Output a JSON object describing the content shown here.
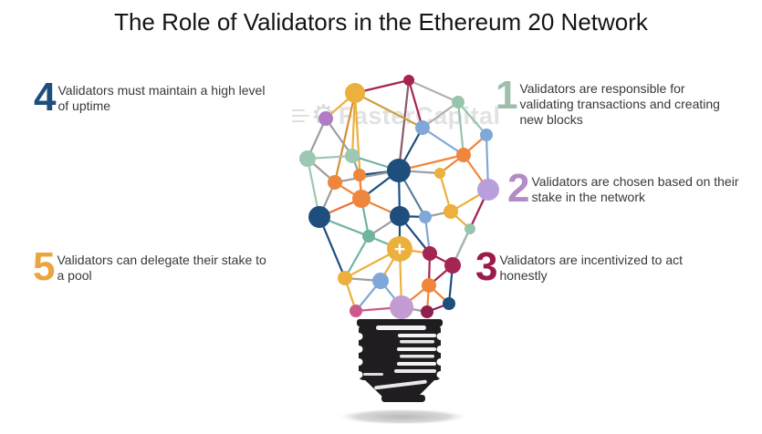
{
  "title": "The Role of Validators in the Ethereum 20 Network",
  "watermark": {
    "gear_icon": "⚙",
    "text": "FasterCapital",
    "color": "#e2e2e2"
  },
  "items": [
    {
      "number": "1",
      "color": "#9dbfac",
      "text": "Validators are responsible for\nvalidating transactions and creating\nnew blocks"
    },
    {
      "number": "2",
      "color": "#b38cc6",
      "text": "Validators are chosen based on their\nstake in the network"
    },
    {
      "number": "3",
      "color": "#9c1b4d",
      "text": "Validators are incentivized to act\nhonestly"
    },
    {
      "number": "4",
      "color": "#1f4e7d",
      "text": "Validators must maintain a high level\nof uptime"
    },
    {
      "number": "5",
      "color": "#eba53e",
      "text": "Validators can delegate their stake to\na pool"
    }
  ],
  "diagram": {
    "plus_symbol": "+",
    "plus_node": 20,
    "base_color": "#201d21",
    "shadow_color": "#b9b9b9",
    "palette": {
      "amber": "#ecb03d",
      "orange": "#f0863c",
      "maroon": "#a62454",
      "navy": "#1d4e7e",
      "teal": "#6fb3a1",
      "sage": "#9cc8b4",
      "lightblue": "#7fa8d9",
      "purple": "#b07cc6",
      "lavender": "#b9a0dc",
      "lightpurple": "#c49bd3",
      "pink": "#cb5a8a",
      "gray": "#9e9e9e"
    },
    "nodes": [
      [
        448,
        88,
        6,
        "#a62454"
      ],
      [
        389,
        102,
        11,
        "#ecb03d"
      ],
      [
        502,
        112,
        7,
        "#97c5ab"
      ],
      [
        357,
        130,
        8,
        "#b07cc6"
      ],
      [
        463,
        140,
        8,
        "#7fa8d9"
      ],
      [
        533,
        148,
        7,
        "#7fa8d9"
      ],
      [
        386,
        171,
        8,
        "#9cc8b4"
      ],
      [
        337,
        174,
        9,
        "#9cc8b4"
      ],
      [
        508,
        170,
        8,
        "#f0863c"
      ],
      [
        437,
        187,
        13,
        "#1d4e7e"
      ],
      [
        367,
        200,
        8,
        "#f0863c"
      ],
      [
        394,
        192,
        7,
        "#f0863c"
      ],
      [
        482,
        190,
        6,
        "#ecb03d"
      ],
      [
        535,
        208,
        12,
        "#b9a0dc"
      ],
      [
        396,
        218,
        10,
        "#f0863c"
      ],
      [
        350,
        238,
        12,
        "#1d4e7e"
      ],
      [
        438,
        237,
        11,
        "#1d4e7e"
      ],
      [
        466,
        238,
        7,
        "#7fa8d9"
      ],
      [
        494,
        232,
        8,
        "#ecb03d"
      ],
      [
        404,
        259,
        7,
        "#6fb3a1"
      ],
      [
        438,
        273,
        14,
        "#ecb03d"
      ],
      [
        471,
        278,
        8,
        "#a62454"
      ],
      [
        515,
        251,
        6,
        "#97c5ab"
      ],
      [
        496,
        291,
        9,
        "#a62454"
      ],
      [
        378,
        305,
        8,
        "#ecb03d"
      ],
      [
        417,
        308,
        9,
        "#7fa8d9"
      ],
      [
        470,
        313,
        8,
        "#f0863c"
      ],
      [
        390,
        341,
        7,
        "#cb5a8a"
      ],
      [
        440,
        337,
        13,
        "#c49bd3"
      ],
      [
        468,
        342,
        7,
        "#8e1f4e"
      ],
      [
        492,
        333,
        7,
        "#1d4e7e"
      ]
    ],
    "edges": [
      [
        0,
        1,
        "#a62454"
      ],
      [
        0,
        4,
        "#a62454"
      ],
      [
        0,
        9,
        "#8a5a66"
      ],
      [
        0,
        2,
        "#b0b0b0"
      ],
      [
        1,
        3,
        "#ecb03d"
      ],
      [
        1,
        6,
        "#ecb03d"
      ],
      [
        1,
        4,
        "#c8a23c"
      ],
      [
        1,
        14,
        "#ecb03d"
      ],
      [
        1,
        10,
        "#d98f35"
      ],
      [
        2,
        5,
        "#97c5ab"
      ],
      [
        2,
        8,
        "#97c5ab"
      ],
      [
        2,
        4,
        "#b0b0b0"
      ],
      [
        3,
        7,
        "#9e9e9e"
      ],
      [
        3,
        6,
        "#9e9e9e"
      ],
      [
        4,
        9,
        "#1d4e7e"
      ],
      [
        4,
        8,
        "#7fa8d9"
      ],
      [
        5,
        8,
        "#f0863c"
      ],
      [
        5,
        13,
        "#7fa8d9"
      ],
      [
        6,
        9,
        "#6fb3a1"
      ],
      [
        6,
        7,
        "#9cc8b4"
      ],
      [
        6,
        11,
        "#9e9e9e"
      ],
      [
        7,
        15,
        "#9cc8b4"
      ],
      [
        7,
        10,
        "#9e9e9e"
      ],
      [
        8,
        12,
        "#f0863c"
      ],
      [
        8,
        13,
        "#f0863c"
      ],
      [
        8,
        9,
        "#f0863c"
      ],
      [
        9,
        11,
        "#1d4e7e"
      ],
      [
        9,
        12,
        "#9e9e9e"
      ],
      [
        9,
        14,
        "#1d4e7e"
      ],
      [
        9,
        16,
        "#1d4e7e"
      ],
      [
        9,
        10,
        "#9e9e9e"
      ],
      [
        9,
        17,
        "#5a7d9e"
      ],
      [
        10,
        14,
        "#f0863c"
      ],
      [
        10,
        15,
        "#9e9e9e"
      ],
      [
        11,
        14,
        "#f0863c"
      ],
      [
        12,
        18,
        "#ecb03d"
      ],
      [
        13,
        18,
        "#ecb03d"
      ],
      [
        13,
        22,
        "#9e9e9e"
      ],
      [
        13,
        23,
        "#a62454"
      ],
      [
        14,
        15,
        "#e8703a"
      ],
      [
        14,
        16,
        "#f0863c"
      ],
      [
        14,
        19,
        "#6fb3a1"
      ],
      [
        15,
        19,
        "#6fb3a1"
      ],
      [
        15,
        24,
        "#1d4e7e"
      ],
      [
        16,
        17,
        "#1d4e7e"
      ],
      [
        16,
        19,
        "#9e9e9e"
      ],
      [
        16,
        20,
        "#1d4e7e"
      ],
      [
        16,
        21,
        "#1d4e7e"
      ],
      [
        17,
        18,
        "#9e9e9e"
      ],
      [
        17,
        21,
        "#7fa8d9"
      ],
      [
        18,
        22,
        "#ecb03d"
      ],
      [
        19,
        20,
        "#6fb3a1"
      ],
      [
        19,
        24,
        "#6fb3a1"
      ],
      [
        20,
        21,
        "#ecb03d"
      ],
      [
        20,
        24,
        "#ecb03d"
      ],
      [
        20,
        25,
        "#ecb03d"
      ],
      [
        20,
        28,
        "#ecb03d"
      ],
      [
        21,
        23,
        "#a62454"
      ],
      [
        21,
        26,
        "#a62454"
      ],
      [
        22,
        23,
        "#97c5ab"
      ],
      [
        23,
        26,
        "#a62454"
      ],
      [
        23,
        30,
        "#1d4e7e"
      ],
      [
        24,
        25,
        "#9e9e9e"
      ],
      [
        24,
        27,
        "#ecb03d"
      ],
      [
        25,
        27,
        "#7fa8d9"
      ],
      [
        25,
        28,
        "#7fa8d9"
      ],
      [
        26,
        28,
        "#f0863c"
      ],
      [
        26,
        29,
        "#f0863c"
      ],
      [
        26,
        30,
        "#f0863c"
      ],
      [
        27,
        28,
        "#cb5a8a"
      ],
      [
        28,
        29,
        "#9e9e9e"
      ],
      [
        29,
        30,
        "#8e1f4e"
      ]
    ]
  }
}
